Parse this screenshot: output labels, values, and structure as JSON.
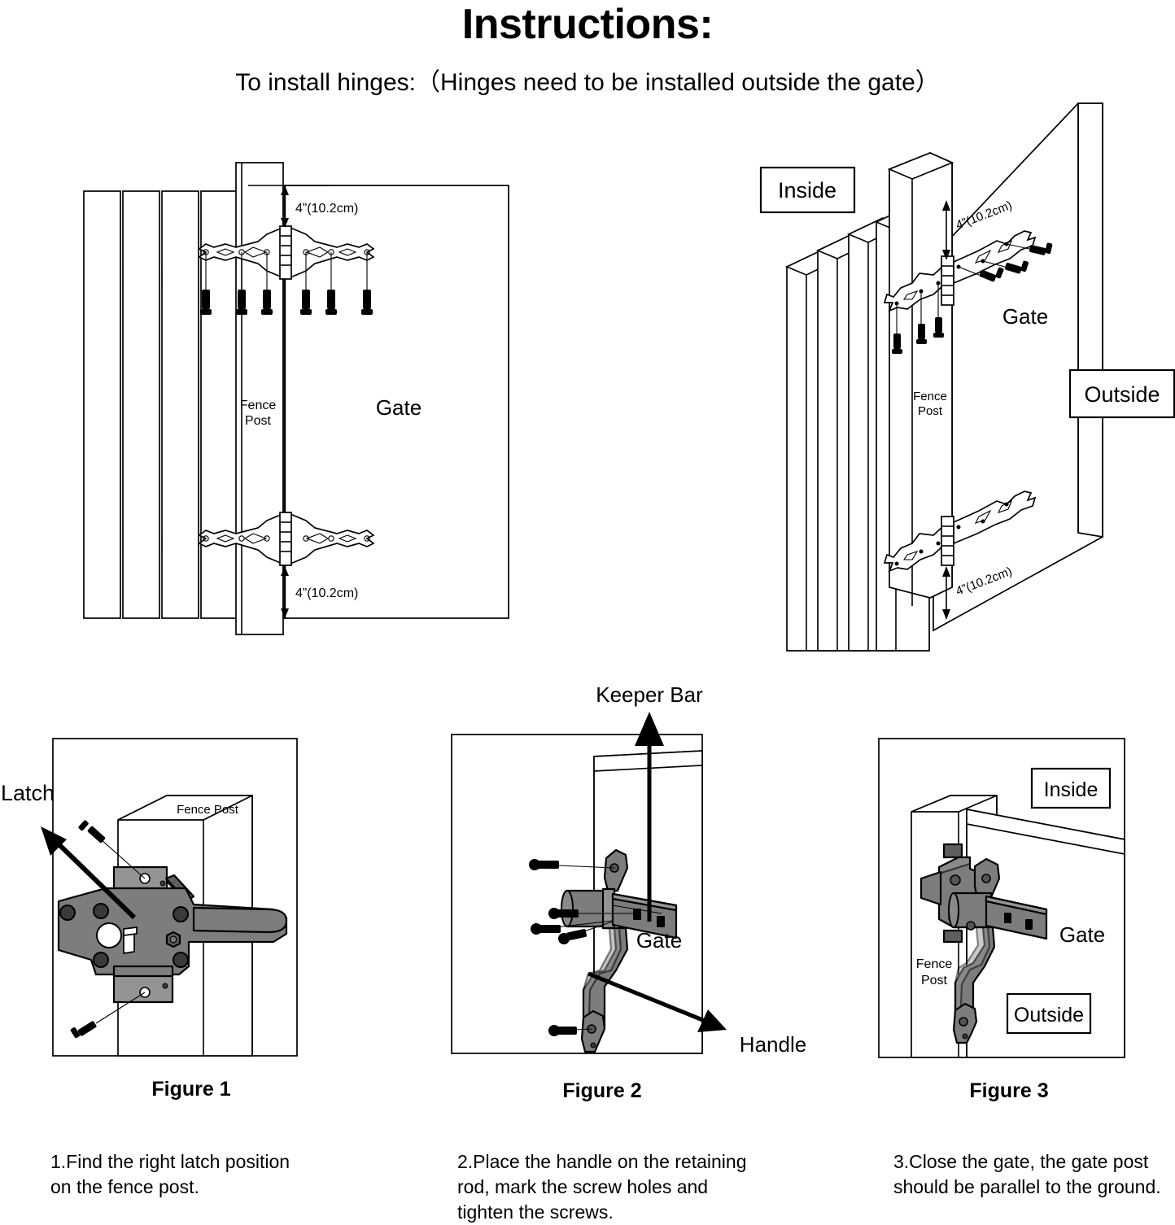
{
  "header": {
    "title": "Instructions:",
    "subtitle": "To install hinges:（Hinges need to be installed outside the gate）"
  },
  "colors": {
    "ink": "#000000",
    "background": "#ffffff",
    "metal_fill": "#7d7d7d",
    "metal_shadow": "#5e5e5e",
    "metal_highlight": "#949494"
  },
  "top_left_diagram": {
    "name": "hinge-placement-flat-view",
    "labels": {
      "gate": "Gate",
      "fence_post": "Fence\nPost",
      "fence_post_line1": "Fence",
      "fence_post_line2": "Post",
      "dim_top": "4”(10.2cm)",
      "dim_bottom": "4”(10.2cm)"
    },
    "fence_board_count": 4,
    "hinge_count": 2,
    "screws_per_hinge": 6
  },
  "top_right_diagram": {
    "name": "hinge-placement-3d-view",
    "labels": {
      "inside": "Inside",
      "outside": "Outside",
      "gate": "Gate",
      "fence_post_line1": "Fence",
      "fence_post_line2": "Post",
      "dim_top": "4”(10.2cm)",
      "dim_bottom": "4”(10.2cm)"
    },
    "fence_board_count": 4,
    "hinge_count": 2,
    "screws_shown": 6
  },
  "figures": [
    {
      "id": "figure-1",
      "caption": "Figure 1",
      "step": "1.Find the right latch position\n   on the fence post.",
      "labels": {
        "latch": "Latch",
        "fence_post": "Fence Post"
      }
    },
    {
      "id": "figure-2",
      "caption": "Figure 2",
      "step": "2.Place the handle on the retaining\n   rod, mark the screw holes and\n   tighten the screws.",
      "labels": {
        "keeper_bar": "Keeper Bar",
        "handle": "Handle",
        "gate": "Gate"
      }
    },
    {
      "id": "figure-3",
      "caption": "Figure 3",
      "step": "3.Close the gate, the gate post\n   should be parallel to the ground.",
      "labels": {
        "inside": "Inside",
        "outside": "Outside",
        "gate": "Gate",
        "fence_post_line1": "Fence",
        "fence_post_line2": "Post"
      }
    }
  ]
}
